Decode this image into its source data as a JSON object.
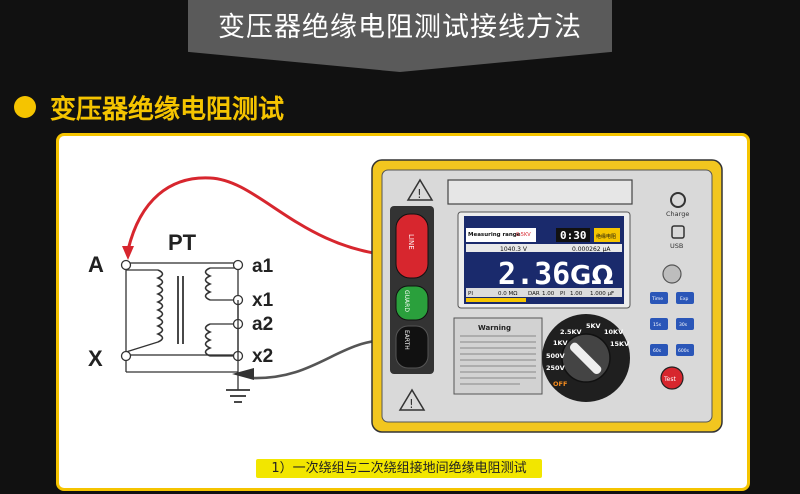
{
  "header": {
    "title": "变压器绝缘电阻测试接线方法"
  },
  "section": {
    "title": "变压器绝缘电阻测试"
  },
  "transformer": {
    "label": "PT",
    "terminal_a": "A",
    "terminal_x": "X",
    "terminal_a1": "a1",
    "terminal_x1": "x1",
    "terminal_a2": "a2",
    "terminal_x2": "x2"
  },
  "meter": {
    "jack_line": "LINE",
    "jack_guard": "GUARD",
    "jack_earth": "EARTH",
    "usb_label": "USB",
    "charge_label": "Charge",
    "screen": {
      "measuring_range_label": "Measuring range",
      "measuring_range_value": "0.5KV",
      "timer": "0:30",
      "mode_label": "绝缘电阻",
      "voltage_readout": "1040.3 V",
      "current_readout": "0.000262 μA",
      "main_value": "2.36",
      "main_unit": "GΩ",
      "pi_label": "PI",
      "pi_value": "0.0 MΩ",
      "dar_label": "DAR",
      "dar_value": "1.00",
      "bottom_pi": "PI",
      "bottom_pi_value": "1.00",
      "cap_value": "1.000 μF"
    },
    "dial": {
      "labels": [
        "2.5KV",
        "5KV",
        "10KV",
        "1KV",
        "15KV",
        "500V",
        "250V",
        "OFF"
      ]
    },
    "warning_title": "Warning",
    "buttons": {
      "time": "Time",
      "exp": "Exp",
      "b15s": "15s",
      "b30s": "30s",
      "b60s": "60s",
      "b600s": "600s",
      "test": "Test"
    }
  },
  "caption": "1）一次绕组与二次绕组接地间绝缘电阻测试",
  "colors": {
    "accent": "#f5c400",
    "meter_body": "#f2c61f",
    "red_lead": "#d7262e",
    "screen_bg": "#1a2a6c"
  }
}
